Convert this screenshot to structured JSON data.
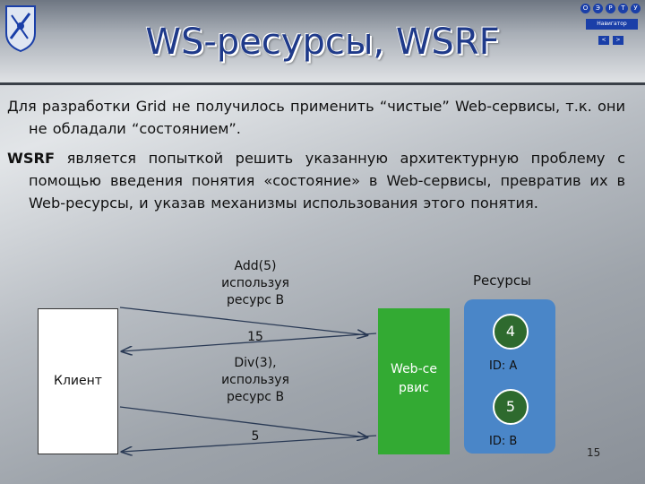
{
  "slide": {
    "title": "WS-ресурсы, WSRF",
    "page_number": "15"
  },
  "body": {
    "paragraph1": "Для разработки Grid не получилось применить “чистые” Web-сервисы, т.к. они не обладали “состоянием”.",
    "paragraph2_bold": "WSRF",
    "paragraph2_rest": " является попыткой решить указанную архитектурную проблему с помощью введения понятия «состояние» в Web-сервисы, превратив их в Web-ресурсы, и указав механизмы использования этого понятия."
  },
  "nav": {
    "dots": [
      "О",
      "Э",
      "Р",
      "Т",
      "У"
    ],
    "bar_label": "Навигатор",
    "left_label": "<",
    "right_label": ">"
  },
  "diagram": {
    "client_label": "Клиент",
    "service_label_line1": "Web-се",
    "service_label_line2": "рвис",
    "resources_title": "Ресурсы",
    "resource1_value": "4",
    "resource1_id": "ID: A",
    "resource2_value": "5",
    "resource2_id": "ID: B",
    "msg1_line1": "Add(5)",
    "msg1_line2": "используя",
    "msg1_line3": "ресурс В",
    "reply1": "15",
    "msg2_line1": "Div(3),",
    "msg2_line2": "используя",
    "msg2_line3": "ресурс В",
    "reply2": "5"
  },
  "colors": {
    "title": "#1f3a8a",
    "service": "#33aa33",
    "resources": "#4a86c8",
    "resource_circle": "#2e6a2e",
    "nav": "#1a3fa8"
  }
}
